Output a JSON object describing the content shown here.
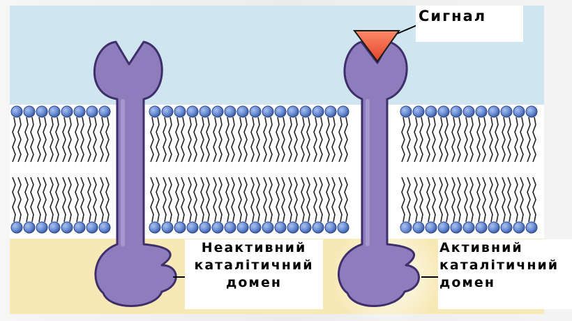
{
  "labels": {
    "signal": "Сигнал",
    "inactive_domain": [
      "Неактивний",
      "каталітичний",
      "домен"
    ],
    "active_domain": [
      "Активний",
      "каталітичний",
      "домен"
    ]
  },
  "colors": {
    "extracellular": "#cfe6f1",
    "cytoplasm": "#f7e9b6",
    "lipid_head": "#6c8fd6",
    "receptor": "#8e7dbd",
    "signal_molecule": "#f06a4a"
  },
  "icons": {
    "receptor": "receptor-protein-icon",
    "signal": "signal-molecule-icon",
    "lipid": "phospholipid-icon"
  }
}
